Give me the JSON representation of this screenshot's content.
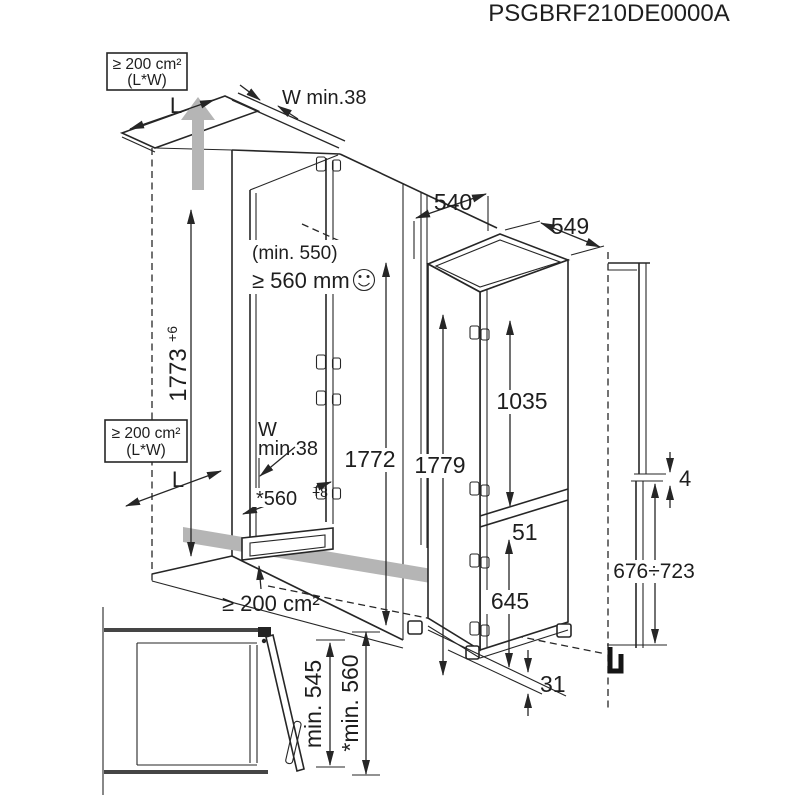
{
  "title": "PSGBRF210DE0000A",
  "niche": {
    "top_vent": {
      "area": "≥ 200 cm²",
      "formula": "(L*W)"
    },
    "mid_vent": {
      "area": "≥ 200 cm²",
      "formula": "(L*W)"
    },
    "bottom_vent_area": "≥ 200 cm²",
    "length_top": "L",
    "length_mid": "L",
    "top_clearance": "W min.38",
    "mid_clearance_l1": "W",
    "mid_clearance_l2": "min.38",
    "depth_min": "(min. 550)",
    "depth_recommended": "≥ 560 mm",
    "height": "1773",
    "height_tolerance": "+6",
    "door_height": "1772",
    "width": "*560",
    "width_tolerance": "+8"
  },
  "appliance": {
    "width": "540",
    "depth": "549",
    "overall_height": "1779",
    "upper_door_height": "1035",
    "door_gap": "51",
    "lower_door_height": "645",
    "plinth_clearance": "31"
  },
  "side": {
    "panel_gap": "4",
    "lower_panel_range": "676÷723"
  },
  "plan": {
    "depth_min": "min. 545",
    "depth_with_wall": "*min. 560"
  }
}
